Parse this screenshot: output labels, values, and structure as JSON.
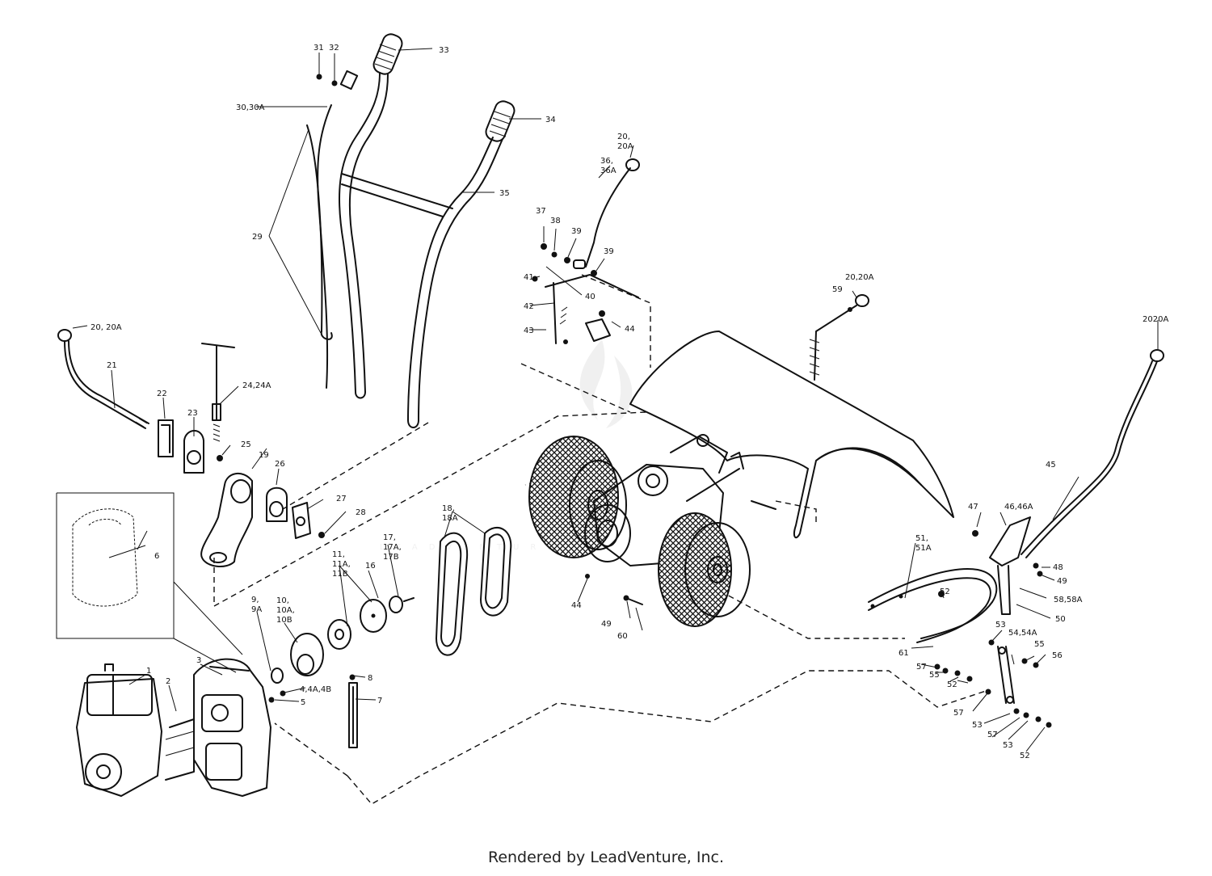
{
  "watermark": "LEADVENTURE",
  "footer": "Rendered by LeadVenture, Inc.",
  "callouts": {
    "c1": "1",
    "c2": "2",
    "c3": "3",
    "c4": "4,4A,4B",
    "c5": "5",
    "c6": "6",
    "c7": "7",
    "c8": "8",
    "c9a": "9,",
    "c9b": "9A",
    "c10a": "10,",
    "c10b": "10A,",
    "c10c": "10B",
    "c11a": "11,",
    "c11b": "11A,",
    "c11c": "11B",
    "c16": "16",
    "c17a": "17,",
    "c17b": "17A,",
    "c17c": "17B",
    "c18a": "18,",
    "c18b": "18A",
    "c19": "19",
    "c20a": "20, 20A",
    "c20b1": "20,",
    "c20b2": "20A",
    "c20c": "20,20A",
    "c20d": "2020A",
    "c21": "21",
    "c22": "22",
    "c23": "23",
    "c24": "24,24A",
    "c25": "25",
    "c26": "26",
    "c27": "27",
    "c28": "28",
    "c29": "29",
    "c30": "30,30A",
    "c31": "31",
    "c32": "32",
    "c33": "33",
    "c34": "34",
    "c35": "35",
    "c36a": "36,",
    "c36b": "36A",
    "c37": "37",
    "c38": "38",
    "c39": "39",
    "c39b": "39",
    "c40": "40",
    "c41": "41",
    "c42": "42",
    "c43": "43",
    "c44a": "44",
    "c44b": "44",
    "c45": "45",
    "c46": "46,46A",
    "c47": "47",
    "c48": "48",
    "c49a": "49",
    "c49b": "49",
    "c50": "50",
    "c51a": "51,",
    "c51b": "51A",
    "c52a": "52",
    "c52b": "52",
    "c52c": "52",
    "c53a": "53",
    "c53b": "53",
    "c53c": "53",
    "c54": "54,54A",
    "c55a": "55",
    "c55b": "55",
    "c56": "56",
    "c57a": "57",
    "c57b": "57",
    "c57c": "57",
    "c58": "58,58A",
    "c59": "59",
    "c60": "60",
    "c61": "61"
  }
}
